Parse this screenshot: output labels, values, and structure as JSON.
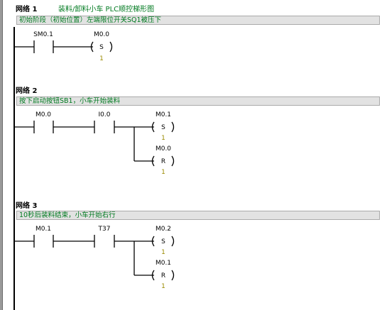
{
  "networks": [
    {
      "title": "网络 1",
      "description": "装料/卸料小车 PLC顺控梯形图",
      "comment": "初始阶段（初始位置）左端限位开关SQ1被压下",
      "contacts": [
        "SM0.1"
      ],
      "coils": [
        {
          "address": "M0.0",
          "op": "S",
          "count": "1"
        }
      ]
    },
    {
      "title": "网络 2",
      "description": "",
      "comment": "按下启动按钮SB1，小车开始装料",
      "contacts": [
        "M0.0",
        "I0.0"
      ],
      "coils": [
        {
          "address": "M0.1",
          "op": "S",
          "count": "1"
        },
        {
          "address": "M0.0",
          "op": "R",
          "count": "1"
        }
      ]
    },
    {
      "title": "网络 3",
      "description": "",
      "comment": "10秒后装料结束，小车开始右行",
      "contacts": [
        "M0.1",
        "T37"
      ],
      "coils": [
        {
          "address": "M0.2",
          "op": "S",
          "count": "1"
        },
        {
          "address": "M0.1",
          "op": "R",
          "count": "1"
        }
      ]
    }
  ]
}
